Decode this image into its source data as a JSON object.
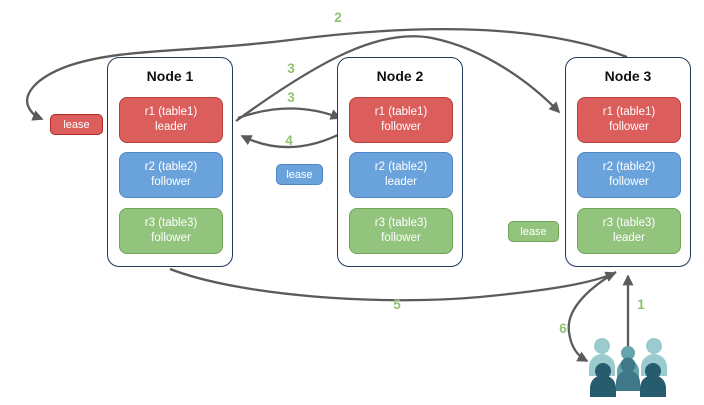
{
  "diagram": {
    "nodes": [
      {
        "title": "Node 1",
        "replicas": [
          {
            "name": "r1 (table1)",
            "role": "leader",
            "color": "red"
          },
          {
            "name": "r2 (table2)",
            "role": "follower",
            "color": "blue"
          },
          {
            "name": "r3 (table3)",
            "role": "follower",
            "color": "green"
          }
        ]
      },
      {
        "title": "Node 2",
        "replicas": [
          {
            "name": "r1 (table1)",
            "role": "follower",
            "color": "red"
          },
          {
            "name": "r2 (table2)",
            "role": "leader",
            "color": "blue"
          },
          {
            "name": "r3 (table3)",
            "role": "follower",
            "color": "green"
          }
        ]
      },
      {
        "title": "Node 3",
        "replicas": [
          {
            "name": "r1 (table1)",
            "role": "follower",
            "color": "red"
          },
          {
            "name": "r2 (table2)",
            "role": "follower",
            "color": "blue"
          },
          {
            "name": "r3 (table3)",
            "role": "leader",
            "color": "green"
          }
        ]
      }
    ],
    "leases": [
      {
        "label": "lease",
        "color": "red"
      },
      {
        "label": "lease",
        "color": "blue"
      },
      {
        "label": "lease",
        "color": "green"
      }
    ],
    "steps": {
      "s1": "1",
      "s2": "2",
      "s3a": "3",
      "s3b": "3",
      "s4": "4",
      "s5": "5",
      "s6": "6"
    },
    "icons": {
      "users": "users-group-icon"
    },
    "colors": {
      "replica_red": "#db5e5c",
      "replica_blue": "#6aa3dc",
      "replica_green": "#92c47e",
      "node_border": "#22395c",
      "arrow_gray": "#5b5b5b",
      "step_green": "#8fc372",
      "people_light_teal": "#9bcbce",
      "people_mid_teal": "#64a5ab",
      "people_dark_teal": "#275c6e"
    }
  }
}
